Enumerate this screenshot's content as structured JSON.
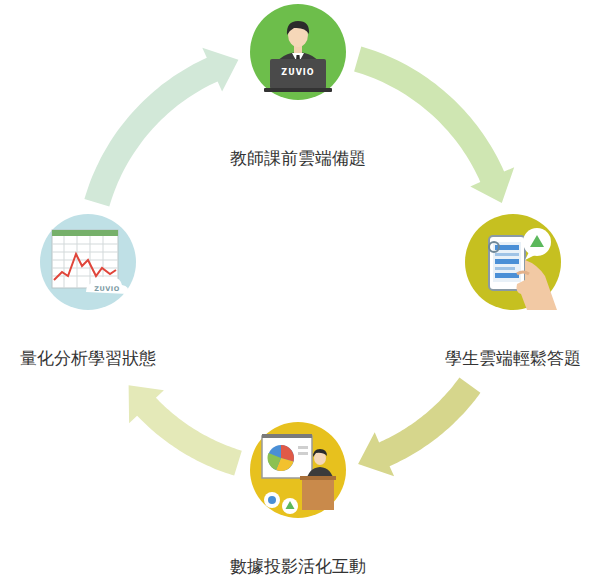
{
  "diagram": {
    "nodes": [
      {
        "text": [
          "教師課前雲端備題"
        ]
      },
      {
        "text": [
          "學生雲端輕鬆答題"
        ]
      },
      {
        "text": [
          "數據投影活化互動"
        ]
      },
      {
        "text": [
          "量化分析學習狀態"
        ]
      }
    ],
    "edges": [
      {
        "from": 0,
        "to": 1,
        "arrow": "to"
      },
      {
        "from": 1,
        "to": 2,
        "arrow": "to"
      },
      {
        "from": 2,
        "to": 3,
        "arrow": "to"
      },
      {
        "from": 3,
        "to": 0,
        "arrow": "to"
      }
    ],
    "labels": [
      "ZUVIO",
      "ZUVIO"
    ]
  }
}
